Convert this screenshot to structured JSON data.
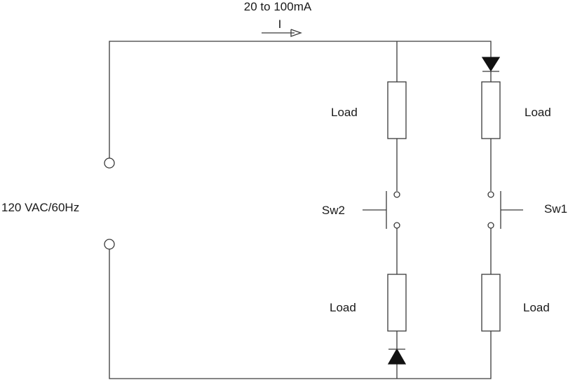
{
  "labels": {
    "current_range": "20 to 100mA",
    "current_symbol": "I",
    "source": "120 VAC/60Hz",
    "load_top_left": "Load",
    "load_top_right": "Load",
    "load_bottom_left": "Load",
    "load_bottom_right": "Load",
    "switch_left": "Sw2",
    "switch_right": "Sw1"
  },
  "colors": {
    "wire": "#3a3a3a",
    "diode_fill": "#111111",
    "background": "#ffffff"
  }
}
